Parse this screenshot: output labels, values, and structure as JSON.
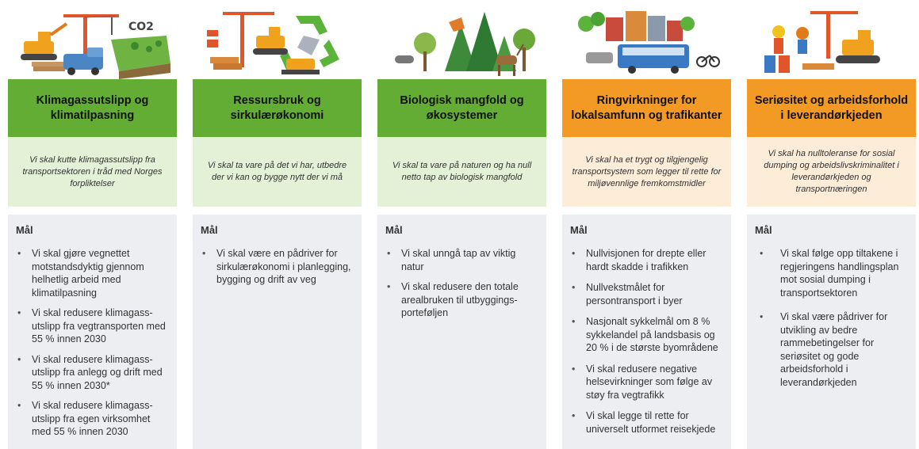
{
  "columns": [
    {
      "theme": "green",
      "illustration": "construction-excavator-truck-co2-icon",
      "co2_label": "CO2",
      "title": "Klimagassutslipp og klimatilpasning",
      "goal": "Vi skal kutte klimagassutslipp fra transportsektoren i tråd med Norges forpliktelser",
      "maal_label": "Mål",
      "items": [
        "Vi skal gjøre vegnettet motstandsdyktig gjennom helhetlig arbeid med klimatilpasning",
        "Vi skal redusere klimagass-utslipp fra vegtransporten med 55 % innen 2030",
        "Vi skal redusere klimagass-utslipp fra anlegg og drift med 55 % innen 2030*",
        "Vi skal redusere klimagass-utslipp fra egen virksomhet med 55 % innen 2030"
      ]
    },
    {
      "theme": "green",
      "illustration": "recycling-construction-icon",
      "title": "Ressursbruk og sirkulærøkonomi",
      "goal": "Vi skal ta vare på det vi har, utbedre der vi kan og bygge nytt der vi må",
      "maal_label": "Mål",
      "items": [
        "Vi skal være en pådriver for sirkulærøkonomi i planlegging, bygging og drift av veg"
      ]
    },
    {
      "theme": "green",
      "illustration": "forest-animals-icon",
      "title": "Biologisk mangfold og økosystemer",
      "goal": "Vi skal ta vare på naturen og ha null netto tap av biologisk mangfold",
      "maal_label": "Mål",
      "items": [
        "Vi skal unngå tap av viktig natur",
        "Vi skal redusere den totale arealbruken til utbyggings-porteføljen"
      ]
    },
    {
      "theme": "orange",
      "illustration": "city-bus-bicycle-icon",
      "title": "Ringvirkninger for lokalsamfunn og trafikanter",
      "goal": "Vi skal ha et trygt og tilgjengelig transportsystem som legger til rette for miljøvennlige fremkomstmidler",
      "maal_label": "Mål",
      "items": [
        "Nullvisjonen for drepte eller hardt skadde i trafikken",
        "Nullvekstmålet for persontransport i byer",
        "Nasjonalt sykkelmål om 8 % sykkelandel på landsbasis og 20 % i de største byområdene",
        "Vi skal redusere negative helsevirkninger som følge av støy fra vegtrafikk",
        "Vi skal legge til rette for universelt utformet reisekjede"
      ]
    },
    {
      "theme": "orange",
      "illustration": "workers-road-roller-icon",
      "title": "Seriøsitet og arbeidsforhold i leverandørkjeden",
      "goal": "Vi skal ha nulltoleranse for sosial dumping og arbeidslivskriminalitet i leverandørkjeden og transportnæringen",
      "maal_label": "Mål",
      "items": [
        "Vi skal følge opp tiltakene i regjeringens handlingsplan mot sosial dumping i transportsektoren",
        "Vi skal være pådriver for utvikling av bedre rammebetingelser for seriøsitet og gode arbeidsforhold i leverandørkjeden"
      ]
    }
  ]
}
